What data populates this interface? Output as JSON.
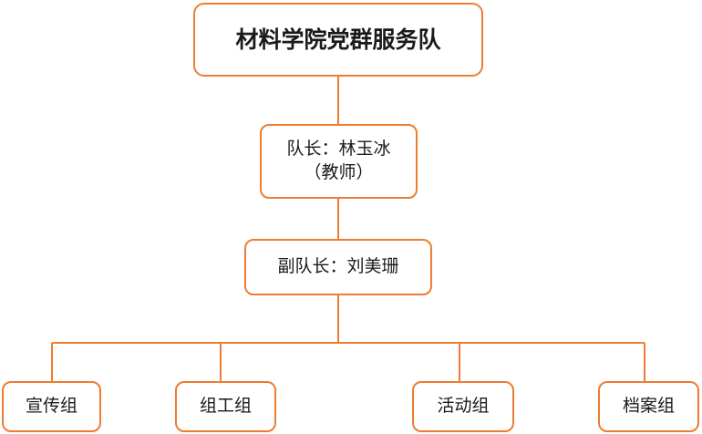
{
  "diagram": {
    "root": {
      "label": "材料学院党群服务队"
    },
    "leader": {
      "line1": "队长：林玉冰",
      "line2": "（教师）"
    },
    "deputy": {
      "label": "副队长：刘美珊"
    },
    "groups": [
      {
        "label": "宣传组"
      },
      {
        "label": "组工组"
      },
      {
        "label": "活动组"
      },
      {
        "label": "档案组"
      }
    ]
  },
  "colors": {
    "border": "#ED7D31",
    "connector": "#ED7D31",
    "text": "#1a1a1a",
    "background": "#ffffff"
  }
}
